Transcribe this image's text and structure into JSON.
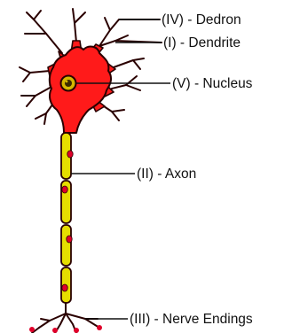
{
  "labels": {
    "dedron": "(IV) - Dedron",
    "dendrite": "(I) - Dendrite",
    "nucleus": "(V) - Nucleus",
    "axon": "(II) - Axon",
    "nerve_endings": "(III) - Nerve Endings"
  },
  "colors": {
    "cell_body": "#ff1a1a",
    "outline": "#2a0000",
    "myelin": "#e6dd00",
    "node": "#e0002a",
    "nucleus": "#d4b800",
    "text": "#111111"
  }
}
